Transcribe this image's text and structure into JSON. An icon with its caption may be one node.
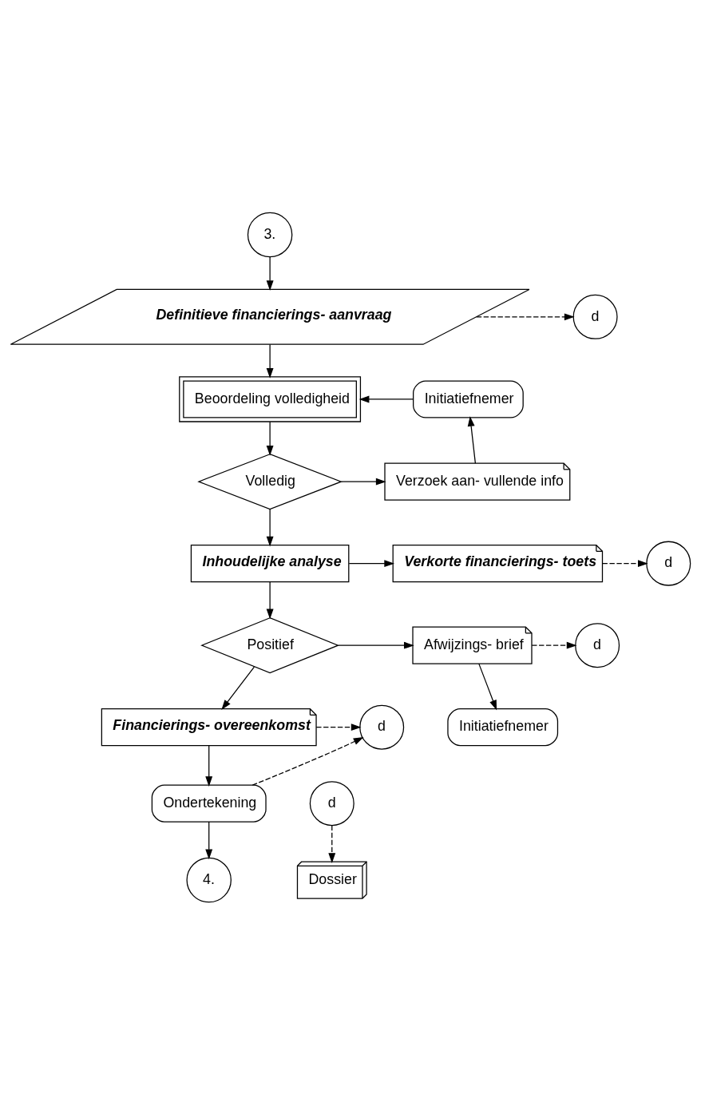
{
  "diagram": {
    "nodes": [
      {
        "text": [
          "3."
        ]
      },
      {
        "text": [
          "Definitieve financierings- aanvraag"
        ]
      },
      {
        "text": [
          "d"
        ]
      },
      {
        "text": [
          "Beoordeling volledigheid"
        ]
      },
      {
        "text": [
          "Initiatiefnemer"
        ]
      },
      {
        "text": [
          "Volledig"
        ]
      },
      {
        "text": [
          "Verzoek aan- vullende info"
        ]
      },
      {
        "text": [
          "Inhoudelijke analyse"
        ]
      },
      {
        "text": [
          "Verkorte financierings- toets"
        ]
      },
      {
        "text": [
          "d"
        ]
      },
      {
        "text": [
          "Positief"
        ]
      },
      {
        "text": [
          "Afwijzings- brief"
        ]
      },
      {
        "text": [
          "d"
        ]
      },
      {
        "text": [
          "Initiatiefnemer"
        ]
      },
      {
        "text": [
          "Financierings- overeenkomst"
        ]
      },
      {
        "text": [
          "d"
        ]
      },
      {
        "text": [
          "Ondertekening"
        ]
      },
      {
        "text": [
          "d"
        ]
      },
      {
        "text": [
          "Dossier"
        ]
      },
      {
        "text": [
          "4."
        ]
      }
    ],
    "edges": [
      {
        "from": 0,
        "to": 1,
        "arrow": "to"
      },
      {
        "from": 1,
        "to": 2,
        "arrow": "to",
        "style": "dashed"
      },
      {
        "from": 1,
        "to": 3,
        "arrow": "to"
      },
      {
        "from": 4,
        "to": 3,
        "arrow": "to"
      },
      {
        "from": 3,
        "to": 5,
        "arrow": "to"
      },
      {
        "from": 5,
        "to": 6,
        "arrow": "to"
      },
      {
        "from": 6,
        "to": 4,
        "arrow": "to"
      },
      {
        "from": 5,
        "to": 7,
        "arrow": "to"
      },
      {
        "from": 7,
        "to": 8,
        "arrow": "to"
      },
      {
        "from": 8,
        "to": 9,
        "arrow": "to",
        "style": "dashed"
      },
      {
        "from": 7,
        "to": 10,
        "arrow": "to"
      },
      {
        "from": 10,
        "to": 11,
        "arrow": "to"
      },
      {
        "from": 11,
        "to": 12,
        "arrow": "to",
        "style": "dashed"
      },
      {
        "from": 11,
        "to": 13,
        "arrow": "to"
      },
      {
        "from": 10,
        "to": 14,
        "arrow": "to"
      },
      {
        "from": 14,
        "to": 15,
        "arrow": "to",
        "style": "dashed"
      },
      {
        "from": 16,
        "to": 15,
        "arrow": "to",
        "style": "dashed"
      },
      {
        "from": 14,
        "to": 16,
        "arrow": "to"
      },
      {
        "from": 16,
        "to": 19,
        "arrow": "to"
      },
      {
        "from": 17,
        "to": 18,
        "arrow": "to",
        "style": "dashed"
      }
    ]
  }
}
